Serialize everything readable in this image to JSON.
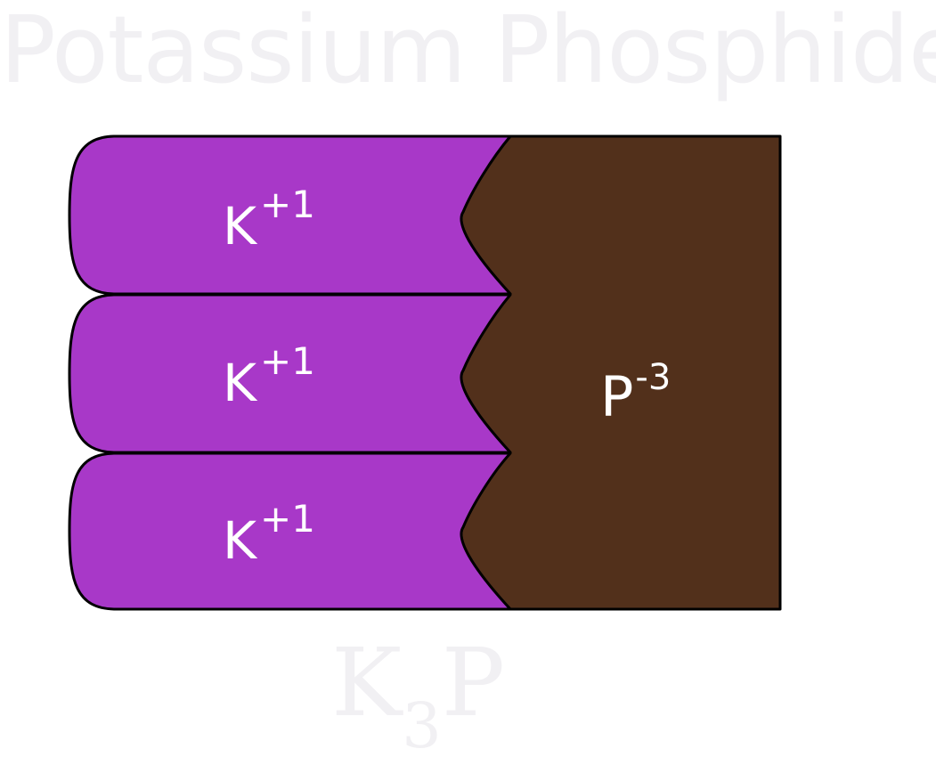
{
  "title": "Potassium Phosphide",
  "cation": {
    "symbol": "K",
    "charge": "+1",
    "count": 3,
    "color": "#a838c8"
  },
  "anion": {
    "symbol": "P",
    "charge": "-3",
    "color": "#52301b"
  },
  "formula": {
    "symbol_1": "K",
    "subscript": "3",
    "symbol_2": "P"
  },
  "colors": {
    "outline": "#000000",
    "ion_text": "#ffffff",
    "faint_text": "#f1f0f3"
  }
}
